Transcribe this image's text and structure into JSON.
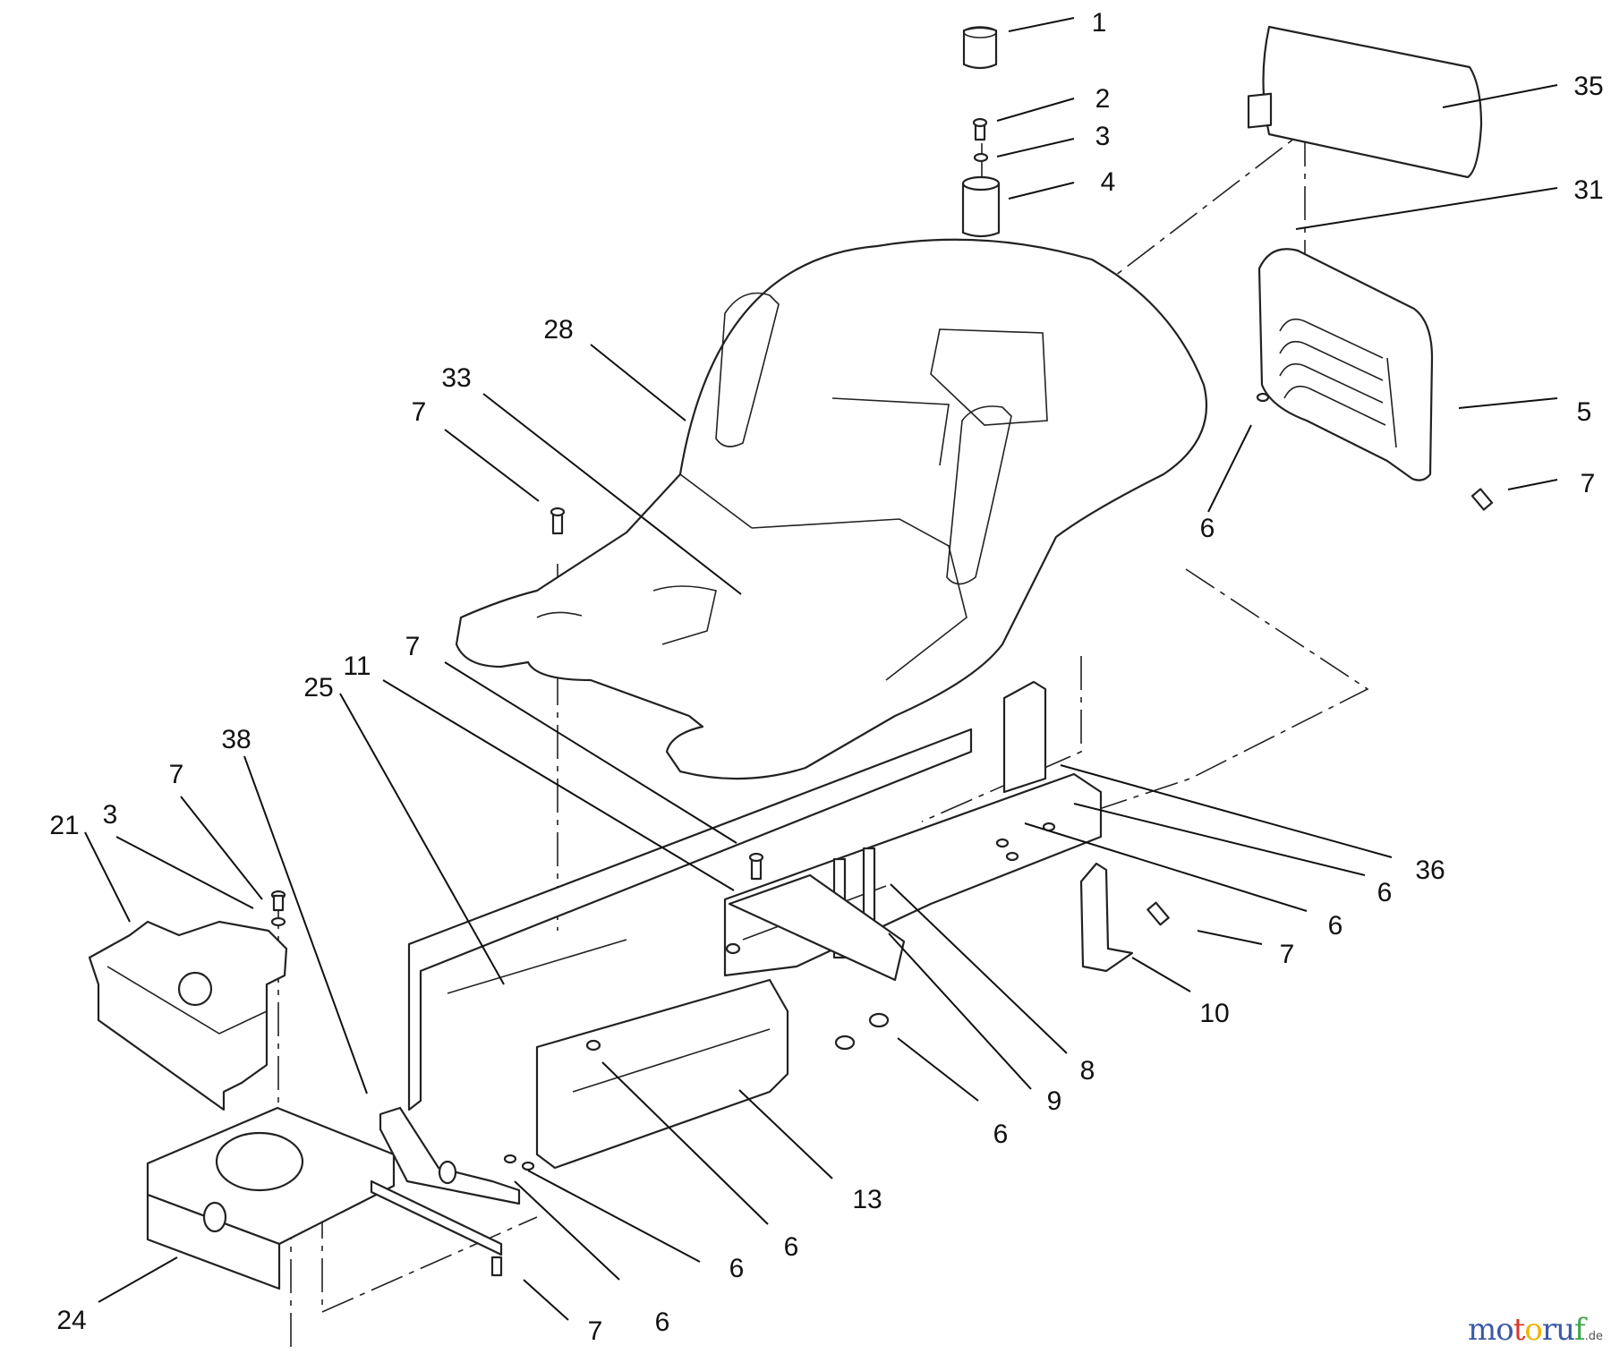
{
  "diagram": {
    "watermark": {
      "segments": [
        {
          "text": "mo",
          "color": "#3b5aa6"
        },
        {
          "text": "t",
          "color": "#d9382c"
        },
        {
          "text": "o",
          "color": "#f0b400"
        },
        {
          "text": "ru",
          "color": "#3b5aa6"
        },
        {
          "text": "f",
          "color": "#3ca648"
        }
      ],
      "suffix": ".de"
    },
    "callouts": [
      {
        "id": "c1",
        "label": "1"
      },
      {
        "id": "c2",
        "label": "2"
      },
      {
        "id": "c3a",
        "label": "3"
      },
      {
        "id": "c4",
        "label": "4"
      },
      {
        "id": "c35",
        "label": "35"
      },
      {
        "id": "c31",
        "label": "31"
      },
      {
        "id": "c28",
        "label": "28"
      },
      {
        "id": "c33",
        "label": "33"
      },
      {
        "id": "c7a",
        "label": "7"
      },
      {
        "id": "c5",
        "label": "5"
      },
      {
        "id": "c7b",
        "label": "7"
      },
      {
        "id": "c6a",
        "label": "6"
      },
      {
        "id": "c7c",
        "label": "7"
      },
      {
        "id": "c25",
        "label": "25"
      },
      {
        "id": "c11",
        "label": "11"
      },
      {
        "id": "c38",
        "label": "38"
      },
      {
        "id": "c7d",
        "label": "7"
      },
      {
        "id": "c21",
        "label": "21"
      },
      {
        "id": "c3b",
        "label": "3"
      },
      {
        "id": "c36",
        "label": "36"
      },
      {
        "id": "c6b",
        "label": "6"
      },
      {
        "id": "c6c",
        "label": "6"
      },
      {
        "id": "c7e",
        "label": "7"
      },
      {
        "id": "c10",
        "label": "10"
      },
      {
        "id": "c8",
        "label": "8"
      },
      {
        "id": "c9",
        "label": "9"
      },
      {
        "id": "c6d",
        "label": "6"
      },
      {
        "id": "c13",
        "label": "13"
      },
      {
        "id": "c6e",
        "label": "6"
      },
      {
        "id": "c6f",
        "label": "6"
      },
      {
        "id": "c6g",
        "label": "6"
      },
      {
        "id": "c24",
        "label": "24"
      },
      {
        "id": "c7f",
        "label": "7"
      }
    ]
  }
}
